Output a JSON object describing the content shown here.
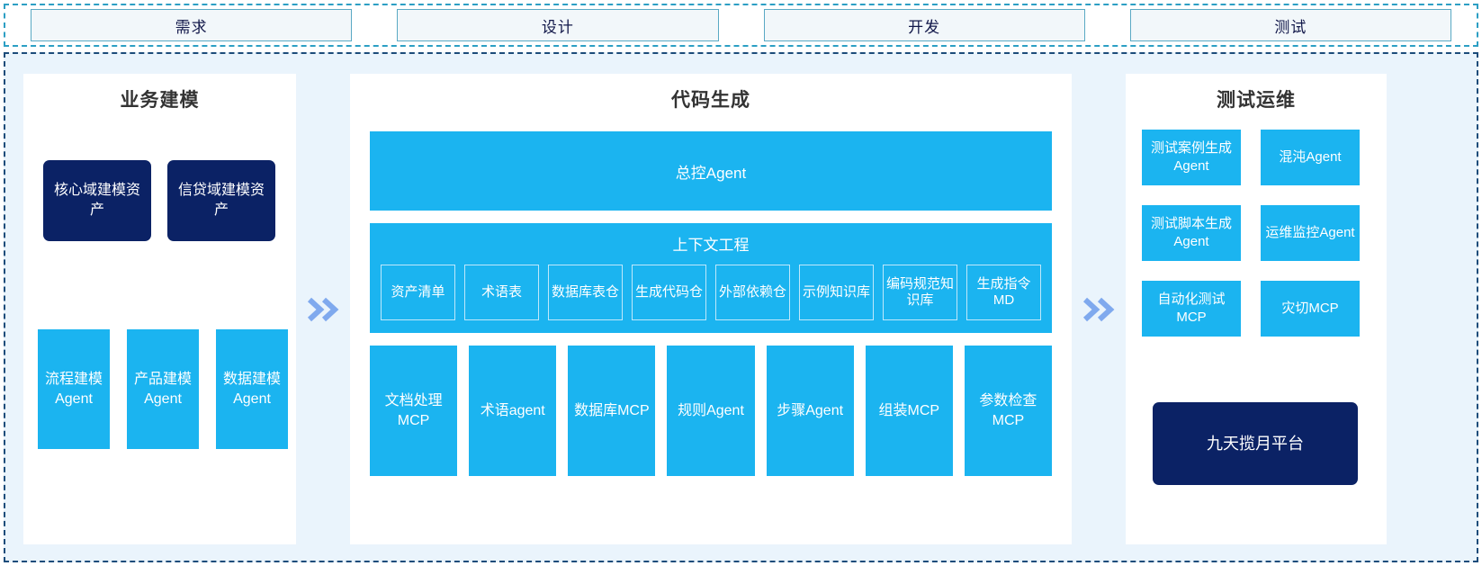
{
  "phases": {
    "items": [
      {
        "label": "需求"
      },
      {
        "label": "设计"
      },
      {
        "label": "开发"
      },
      {
        "label": "测试"
      }
    ]
  },
  "panels": {
    "business_modeling": {
      "title": "业务建模",
      "assets": [
        {
          "label": "核心域建模资产"
        },
        {
          "label": "信贷域建模资产"
        }
      ],
      "agents": [
        {
          "label": "流程建模Agent"
        },
        {
          "label": "产品建模Agent"
        },
        {
          "label": "数据建模Agent"
        }
      ]
    },
    "code_generation": {
      "title": "代码生成",
      "master_agent": "总控Agent",
      "context_engineering": {
        "title": "上下文工程",
        "items": [
          {
            "label": "资产清单"
          },
          {
            "label": "术语表"
          },
          {
            "label": "数据库表仓"
          },
          {
            "label": "生成代码仓"
          },
          {
            "label": "外部依赖仓"
          },
          {
            "label": "示例知识库"
          },
          {
            "label": "编码规范知识库"
          },
          {
            "label": "生成指令MD"
          }
        ]
      },
      "tools": [
        {
          "label": "文档处理MCP"
        },
        {
          "label": "术语agent"
        },
        {
          "label": "数据库MCP"
        },
        {
          "label": "规则Agent"
        },
        {
          "label": "步骤Agent"
        },
        {
          "label": "组装MCP"
        },
        {
          "label": "参数检查MCP"
        }
      ]
    },
    "test_ops": {
      "title": "测试运维",
      "items": [
        {
          "label": "测试案例生成Agent"
        },
        {
          "label": "混沌Agent"
        },
        {
          "label": "测试脚本生成Agent"
        },
        {
          "label": "运维监控Agent"
        },
        {
          "label": "自动化测试MCP"
        },
        {
          "label": "灾切MCP"
        }
      ],
      "platform": {
        "label": "九天揽月平台"
      }
    }
  },
  "arrows": {
    "left_to_center": "»",
    "center_to_right": "»"
  },
  "colors": {
    "cyan": "#1bb4f0",
    "navy": "#0b2265",
    "background": "#eaf4fc",
    "border_dashed": "#1c4c7a",
    "arrow": "#7fa9ee"
  }
}
